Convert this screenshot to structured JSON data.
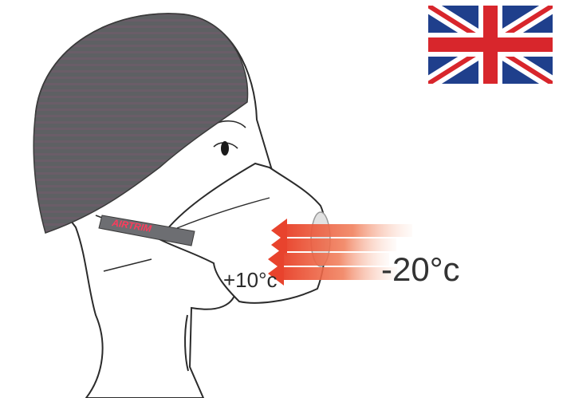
{
  "illustration": {
    "mask_logo_text": "AIRTRIM",
    "inner_temperature": "+10°c",
    "outer_temperature": "-20°c",
    "flag": "united-kingdom-flag",
    "icons": [
      "head-profile-icon",
      "beanie-hat-icon",
      "face-mask-icon",
      "air-flow-arrows-icon",
      "union-jack-flag-icon"
    ],
    "colors": {
      "hat": "#5e6063",
      "hat_stripe": "#6d5f6a",
      "outline": "#2b2b2b",
      "arrow_red": "#e8432d",
      "arrow_fade": "#f7b69a",
      "flag_blue": "#1f3f8c",
      "flag_red": "#d8262c",
      "logo_text": "#ff3b5c",
      "logo_band": "#6d6e72"
    }
  }
}
